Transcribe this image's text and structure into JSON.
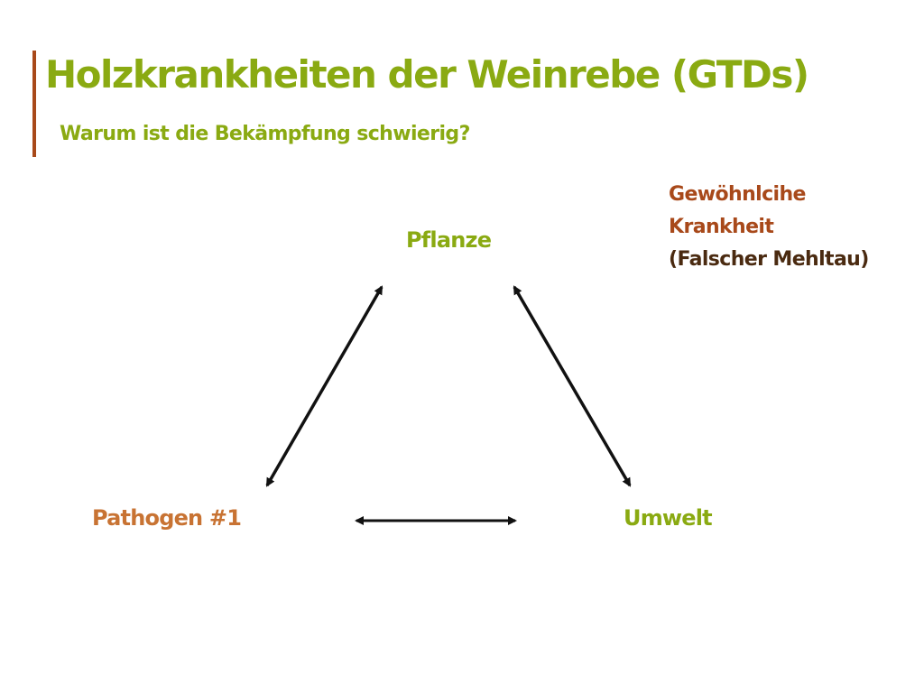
{
  "slide": {
    "title": "Holzkrankheiten der Weinrebe (GTDs)",
    "subtitle": "Warum ist die Bekämpfung schwierig?"
  },
  "diagram": {
    "node_plant": "Pflanze",
    "node_pathogen": "Pathogen #1",
    "node_environment": "Umwelt",
    "note_line1": "Gewöhnlcihe",
    "note_line2": "Krankheit",
    "note_line3": "(Falscher Mehltau)"
  },
  "colors": {
    "title_green": "#8aaa12",
    "accent_brown": "#a8491a",
    "pathogen_orange": "#c87333",
    "arrow": "#111111"
  }
}
